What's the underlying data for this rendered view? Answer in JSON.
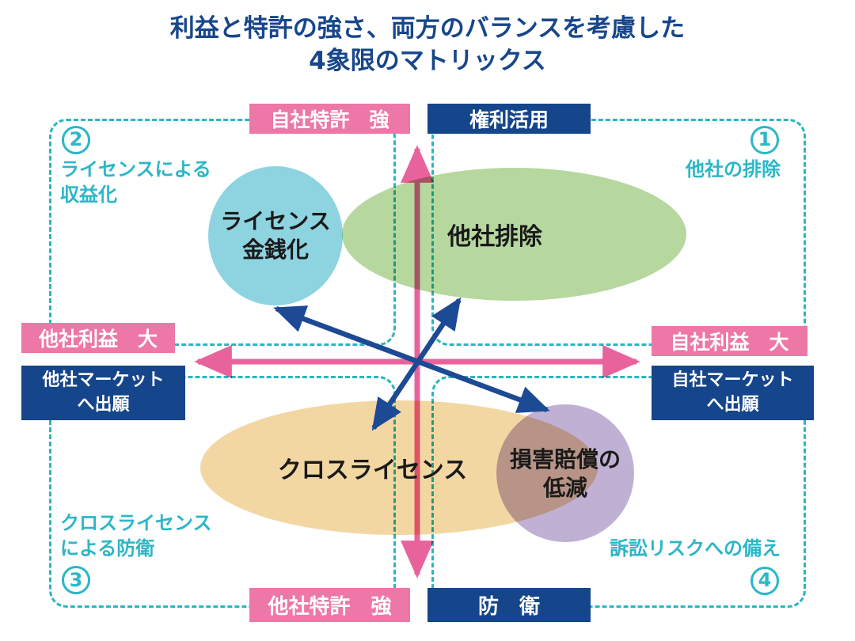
{
  "title": {
    "line1": "利益と特許の強さ、両方のバランスを考慮した",
    "line2": "4象限のマトリックス"
  },
  "axes": {
    "top_patent": "自社特許　強",
    "top_strategy": "権利活用",
    "bottom_patent": "他社特許　強",
    "bottom_strategy": "防　衛",
    "left_profit": "他社利益　大",
    "left_market_line1": "他社マーケット",
    "left_market_line2": "へ出願",
    "right_profit": "自社利益　大",
    "right_market_line1": "自社マーケット",
    "right_market_line2": "へ出願"
  },
  "quadrants": {
    "q1": {
      "number": "1",
      "label": "他社の排除"
    },
    "q2": {
      "number": "2",
      "label_line1": "ライセンスによる",
      "label_line2": "収益化"
    },
    "q3": {
      "number": "3",
      "label_line1": "クロスライセンス",
      "label_line2": "による防衛"
    },
    "q4": {
      "number": "4",
      "label": "訴訟リスクへの備え"
    }
  },
  "bubbles": {
    "license": {
      "label_line1": "ライセンス",
      "label_line2": "金銭化",
      "color": "#8ed3e0"
    },
    "exclusion": {
      "label": "他社排除",
      "color": "#b6d89f"
    },
    "cross": {
      "label": "クロスライセンス",
      "color": "#f3d7a3"
    },
    "damages": {
      "label_line1": "損害賠償の",
      "label_line2": "低減",
      "color": "#c0b0d4"
    }
  },
  "colors": {
    "title_blue": "#17468b",
    "box_pink": "#ed77a6",
    "box_navy": "#15458a",
    "teal_dash": "#2cb5c0",
    "teal_text": "#2bb7c7",
    "axis_pink": "#e8639c",
    "arrow_navy": "#1c4a94"
  }
}
